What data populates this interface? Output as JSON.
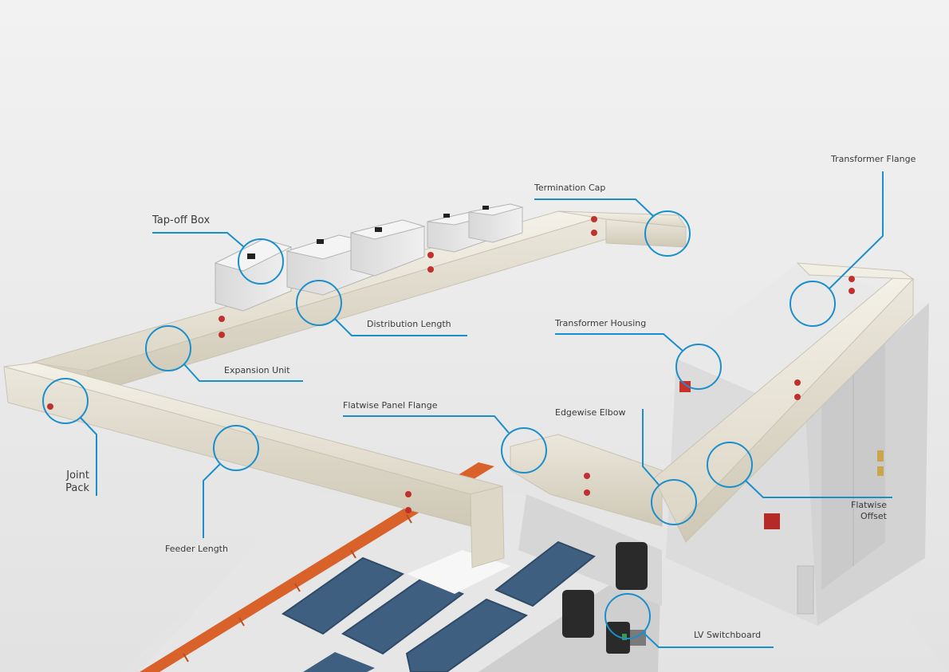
{
  "labels": {
    "transformer_flange": "Transformer Flange",
    "termination_cap": "Termination Cap",
    "tap_off_box": "Tap-off Box",
    "distribution_length": "Distribution Length",
    "transformer_housing": "Transformer Housing",
    "expansion_unit": "Expansion Unit",
    "flatwise_panel_flange": "Flatwise Panel Flange",
    "edgewise_elbow": "Edgewise Elbow",
    "joint": "Joint",
    "pack": "Pack",
    "flatwise": "Flatwise",
    "offset": "Offset",
    "feeder_length": "Feeder Length",
    "lv_switchboard": "LV Switchboard"
  },
  "colors": {
    "callout": "#1b8fcc",
    "background": "#eeeeee",
    "busbar": "#e6e1d4",
    "busbar_shadow": "#c9c3b3",
    "panel": "#e8e8e8",
    "panel_dark": "#cfcfcf",
    "blue_pad": "#3f5f80",
    "copper": "#d9622b",
    "red_bolt": "#c0302d"
  }
}
